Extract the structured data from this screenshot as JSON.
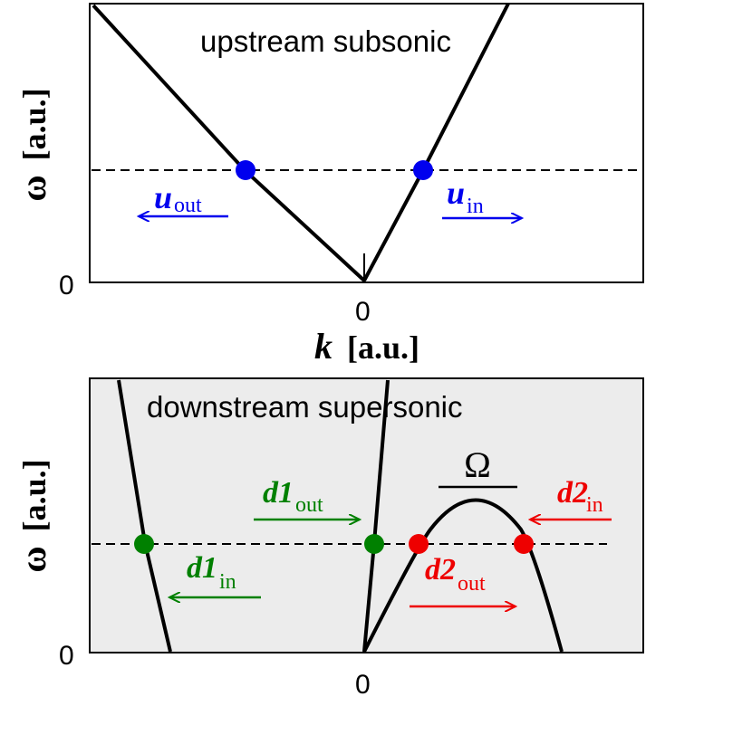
{
  "colors": {
    "background_top": "#ffffff",
    "background_bottom": "#ececec",
    "curve": "#000000",
    "upstream": "#0000ee",
    "d1": "#008000",
    "d2": "#ee0000"
  },
  "axes": {
    "y_label": "ω",
    "unit": "[a.u.]",
    "x_label": "k",
    "zero": "0"
  },
  "top_panel": {
    "title": "upstream subsonic",
    "u_out": {
      "main": "u",
      "sub": "out"
    },
    "u_in": {
      "main": "u",
      "sub": "in"
    }
  },
  "bottom_panel": {
    "title": "downstream supersonic",
    "omega_label": "Ω",
    "d1_out": {
      "main": "d1",
      "sub": "out"
    },
    "d1_in": {
      "main": "d1",
      "sub": "in"
    },
    "d2_in": {
      "main": "d2",
      "sub": "in"
    },
    "d2_out": {
      "main": "d2",
      "sub": "out"
    }
  }
}
